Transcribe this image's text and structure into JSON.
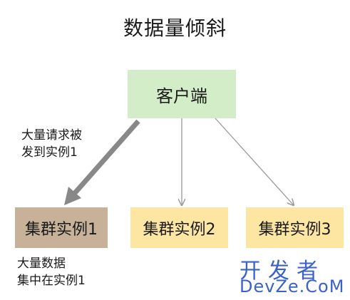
{
  "title": "数据量倾斜",
  "nodes": {
    "client": "客户端",
    "instance1": "集群实例1",
    "instance2": "集群实例2",
    "instance3": "集群实例3"
  },
  "notes": {
    "request": "大量请求被\n发到实例1",
    "data": "大量数据\n集中在实例1"
  },
  "watermark": {
    "cn": "开发者",
    "en": "DevZe.CoM"
  },
  "colors": {
    "client": "#d4edc9",
    "instance1": "#c7b199",
    "instance_other": "#fde5a2",
    "heavy_arrow": "#888888",
    "thin_arrow": "#999999",
    "watermark": "#3b62c9"
  }
}
